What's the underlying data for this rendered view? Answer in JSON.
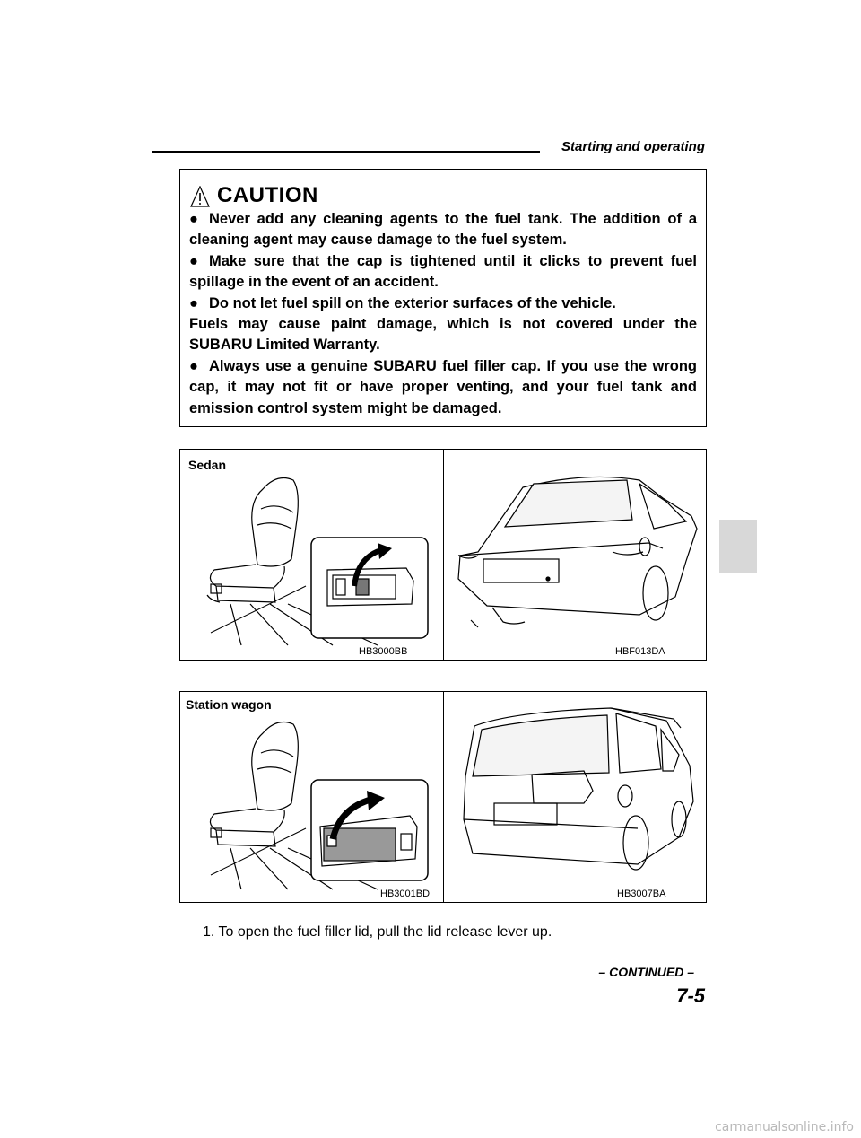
{
  "header": {
    "section_title": "Starting and operating"
  },
  "caution": {
    "title": "CAUTION",
    "items": [
      {
        "text": "Never add any cleaning agents to the fuel tank. The addition of a cleaning agent may cause damage to the fuel system."
      },
      {
        "text": "Make sure that the cap is tightened until it clicks to prevent fuel spillage in the event of an accident."
      },
      {
        "text": "Do not let fuel spill on the exterior surfaces of the vehicle."
      }
    ],
    "note": "Fuels may cause paint damage, which is not covered under the SUBARU Limited Warranty.",
    "item4": "Always use a genuine SUBARU fuel filler cap. If you use the wrong cap, it may not fit or have proper venting, and your fuel tank and emission control system might be damaged."
  },
  "figures": {
    "sedan": {
      "label": "Sedan",
      "left_code": "HB3000BB",
      "right_code": "HBF013DA"
    },
    "wagon": {
      "label": "Station wagon",
      "left_code": "HB3001BD",
      "right_code": "HB3007BA"
    }
  },
  "step": {
    "text": "1.  To open the fuel filler lid, pull the lid release lever up."
  },
  "footer": {
    "continued": "– CONTINUED –",
    "page_number": "7-5"
  },
  "watermark": "carmanualsonline.info",
  "icons": {
    "caution": "warning-triangle-icon",
    "arrow": "curved-arrow-icon"
  }
}
